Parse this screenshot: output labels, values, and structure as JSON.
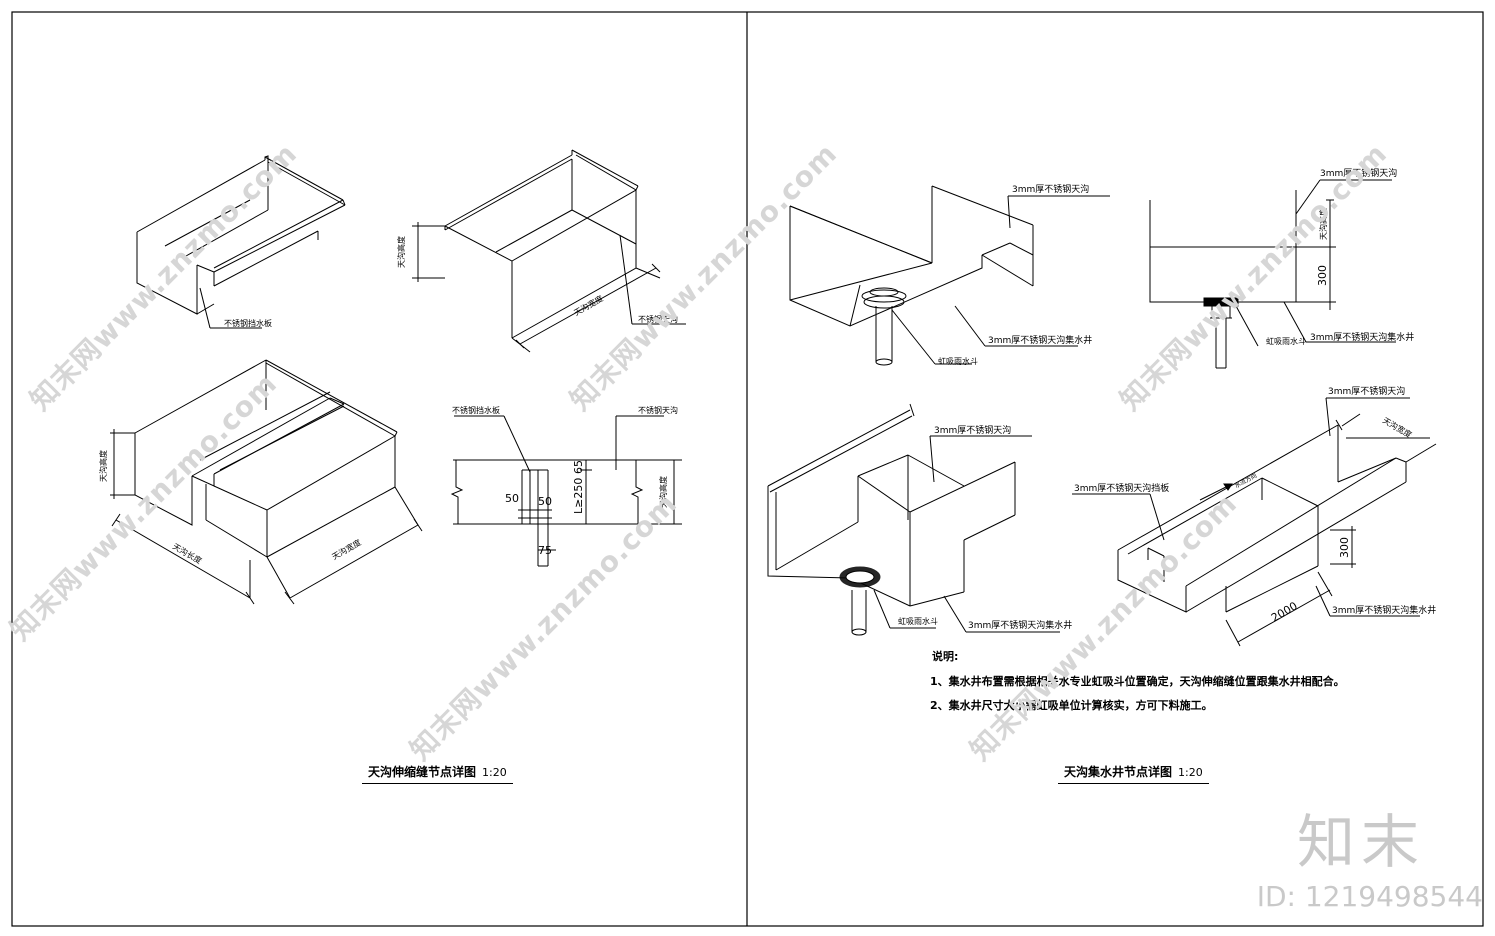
{
  "watermark": {
    "text": "知末网www.znzmo.com",
    "brand": "知末",
    "id_line": "ID: 1219498544"
  },
  "left_panel": {
    "title": "天沟伸缩缝节点详图",
    "scale": "1:20",
    "labels": {
      "baffle_top": "不锈钢挡水板",
      "gutter_top": "不锈钢天沟",
      "depth_top": "天沟高度",
      "width_top": "天沟宽度",
      "depth_bottom": "天沟高度",
      "length_bottom": "天沟长度",
      "width_bottom": "天沟宽度",
      "section_baffle": "不锈钢挡水板",
      "section_gutter": "不锈钢天沟",
      "section_depth": "天沟高度"
    },
    "dims": {
      "d50a": "50",
      "d50b": "50",
      "d250": "L≥250",
      "d65": "65",
      "d75": "75"
    }
  },
  "right_panel": {
    "title": "天沟集水井节点详图",
    "scale": "1:20",
    "labels": {
      "tl_gutter": "3mm厚不锈钢天沟",
      "tl_well": "3mm厚不锈钢天沟集水井",
      "tl_drain": "虹吸雨水斗",
      "tr_gutter": "3mm厚不锈钢天沟",
      "tr_depth": "天沟高度",
      "tr_well": "3mm厚不锈钢天沟集水井",
      "tr_drain": "虹吸雨水斗",
      "bl_gutter": "3mm厚不锈钢天沟",
      "bl_well": "3mm厚不锈钢天沟集水井",
      "bl_drain": "虹吸雨水斗",
      "br_gutter": "3mm厚不锈钢天沟",
      "br_width": "天沟宽度",
      "br_baffle": "3mm厚不锈钢天沟挡板",
      "br_flow": "水流方向",
      "br_well": "3mm厚不锈钢天沟集水井"
    },
    "dims": {
      "tr_300": "300",
      "br_300": "300",
      "br_2000": "2000"
    },
    "notes": {
      "heading": "说明:",
      "item1": "1、集水井布置需根据相关水专业虹吸斗位置确定，天沟伸缩缝位置跟集水井相配合。",
      "item2": "2、集水井尺寸大小需虹吸单位计算核实，方可下料施工。"
    }
  }
}
